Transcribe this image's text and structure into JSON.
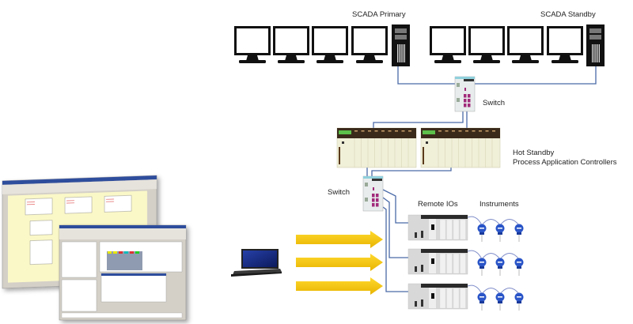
{
  "labels": {
    "scada_primary": "SCADA Primary",
    "scada_standby": "SCADA Standby",
    "switch_top": "Switch",
    "controllers_line1": "Hot Standby",
    "controllers_line2": "Process Application Controllers",
    "switch_bottom": "Switch",
    "remote_ios": "Remote IOs",
    "instruments": "Instruments"
  },
  "groups": {
    "scada_primary": {
      "monitors": 4,
      "servers": 1
    },
    "scada_standby": {
      "monitors": 4,
      "servers": 1
    },
    "controllers": 2,
    "remote_io_racks": 3,
    "instruments_per_rack": 3,
    "arrows": 3
  },
  "colors": {
    "network_line": "#4a6aa8",
    "arrow": "#f5c400",
    "monitor": "#111111",
    "controller_body": "#f0efd8",
    "controller_top": "#3a2a1a",
    "instrument": "#2a55c8",
    "laptop_screen": "#1c2f8a"
  }
}
